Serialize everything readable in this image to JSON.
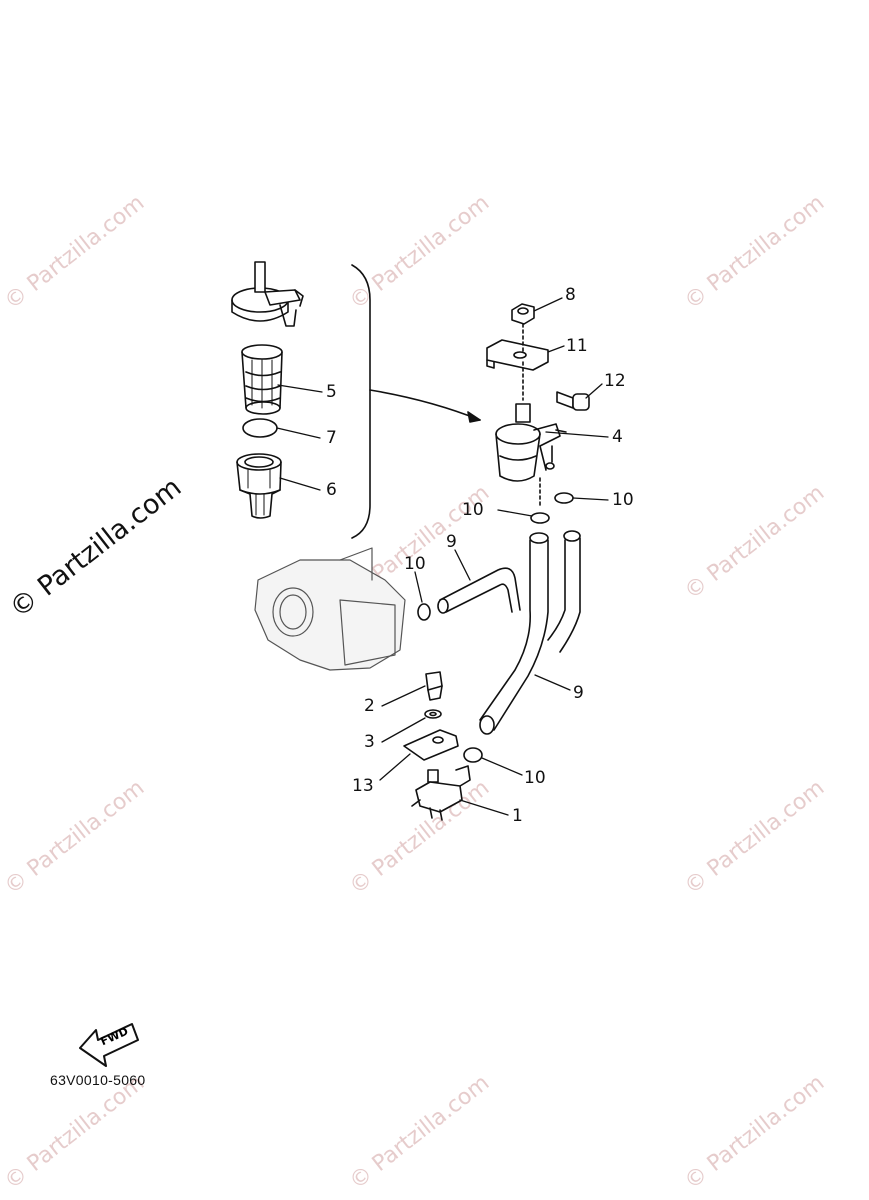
{
  "watermark": {
    "small": "© Partzilla.com",
    "main": "© Partzilla.com"
  },
  "callouts": [
    "8",
    "11",
    "12",
    "5",
    "4",
    "7",
    "10",
    "6",
    "10",
    "9",
    "10",
    "9",
    "2",
    "3",
    "10",
    "13",
    "1"
  ],
  "diagram_code": "63V0010-5060",
  "fwd_label": "FWD",
  "colors": {
    "ink": "#111111",
    "watermark": "#e6cccc"
  }
}
